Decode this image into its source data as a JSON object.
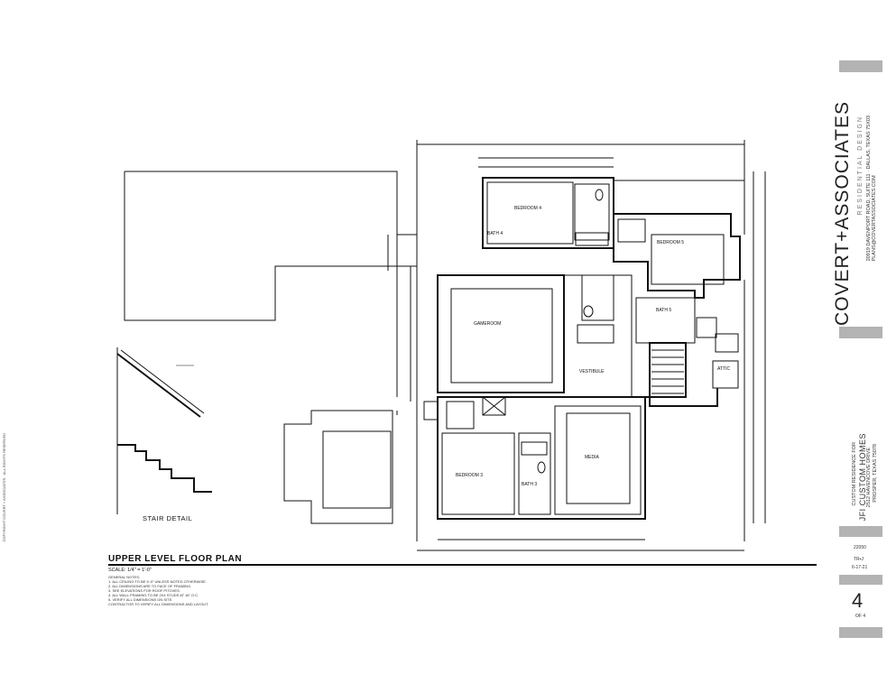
{
  "title_block": {
    "company_name": "COVERT+ASSOCIATES",
    "company_sub": "RESIDENTIAL DESIGN",
    "address_line1": "20919 DAVENPORT ROAD, SUITE 111 · DALLAS, TEXAS 75X03",
    "address_line2": "PLANS@COVERTASSOCIATES.COM",
    "client_prefix": "CUSTOM RESIDENCE FOR",
    "client_name": "JFI CUSTOM HOMES",
    "client_addr1": "2512 HAVENCOVE DRIVE",
    "client_addr2": "PROSPER, TEXAS 75078",
    "job_number": "22050",
    "drawn_by": "TR•J",
    "date": "6-17-21",
    "sheet_number": "4",
    "sheet_of": "OF 4"
  },
  "plan": {
    "title": "UPPER LEVEL FLOOR PLAN",
    "scale": "SCALE: 1/4\" = 1'-0\"",
    "stair_title": "STAIR DETAIL",
    "notes": [
      "GENERAL NOTES:",
      "1.  ALL CEILING TO BE 9'-0\" UNLESS NOTED OTHERWISE.",
      "2.  ALL DIMENSIONS ARE TO FACE OF FRAMING.",
      "3.  SEE ELEVATIONS FOR ROOF PITCHES.",
      "4.  ALL WALL FRAMING TO BE 2X4 STUDS AT 16\" O.C.",
      "5.  VERIFY ALL DIMENSIONS ON SITE.",
      "CONTRACTOR TO VERIFY ALL DIMENSIONS AND LAYOUT."
    ],
    "rooms": {
      "bedroom4": "BEDROOM 4",
      "bedroom5": "BEDROOM 5",
      "bedroom3": "BEDROOM 3",
      "gameroom": "GAMEROOM",
      "media": "MEDIA",
      "bath4": "BATH 4",
      "bath5": "BATH 5",
      "bath3": "BATH 3",
      "vestibule": "VESTIBULE",
      "attic": "ATTIC"
    },
    "side_text": "COPYRIGHT COVERT + ASSOCIATES · ALL RIGHTS RESERVED"
  }
}
